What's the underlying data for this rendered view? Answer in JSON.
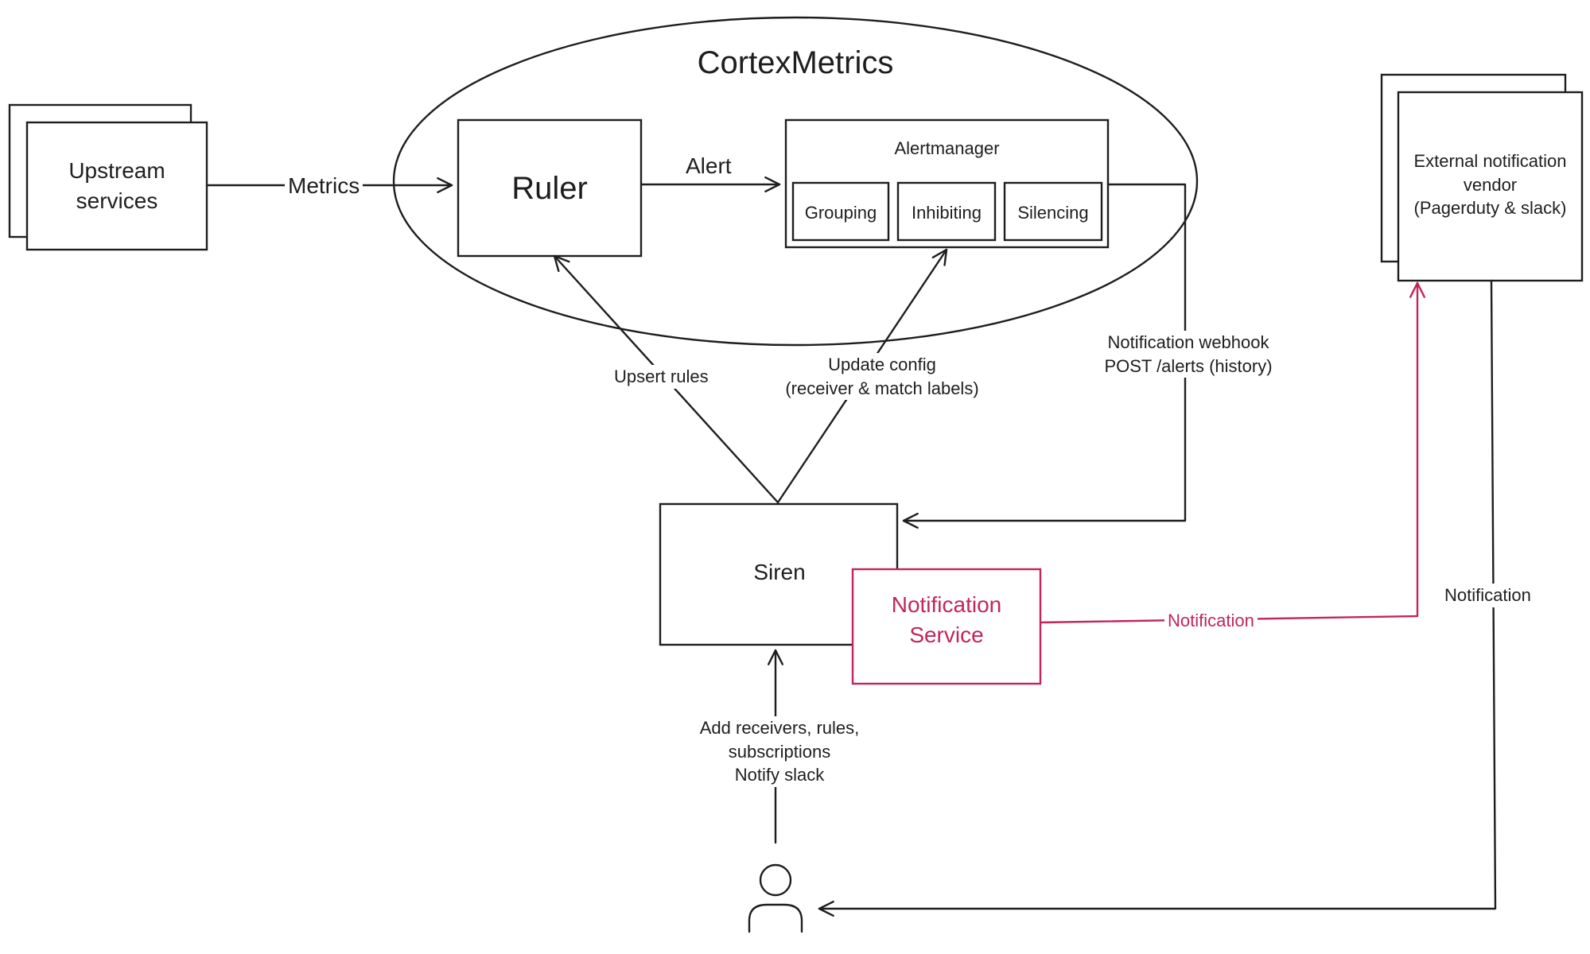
{
  "title": "CortexMetrics",
  "nodes": {
    "upstream": "Upstream\nservices",
    "ruler": "Ruler",
    "alertmanager": "Alertmanager",
    "grouping": "Grouping",
    "inhibiting": "Inhibiting",
    "silencing": "Silencing",
    "siren": "Siren",
    "notification_service": "Notification\nService",
    "external_vendor": "External notification\nvendor\n(Pagerduty & slack)"
  },
  "edges": {
    "metrics": "Metrics",
    "alert": "Alert",
    "upsert_rules": "Upsert rules",
    "update_config": "Update config\n(receiver & match labels)",
    "webhook": "Notification webhook\nPOST /alerts (history)",
    "user_actions": "Add receivers, rules,\nsubscriptions\nNotify slack",
    "notification_pink": "Notification",
    "notification_user": "Notification"
  },
  "colors": {
    "ink": "#1e1e1e",
    "accent": "#c2255c"
  },
  "icons": {
    "user": "user-icon"
  }
}
